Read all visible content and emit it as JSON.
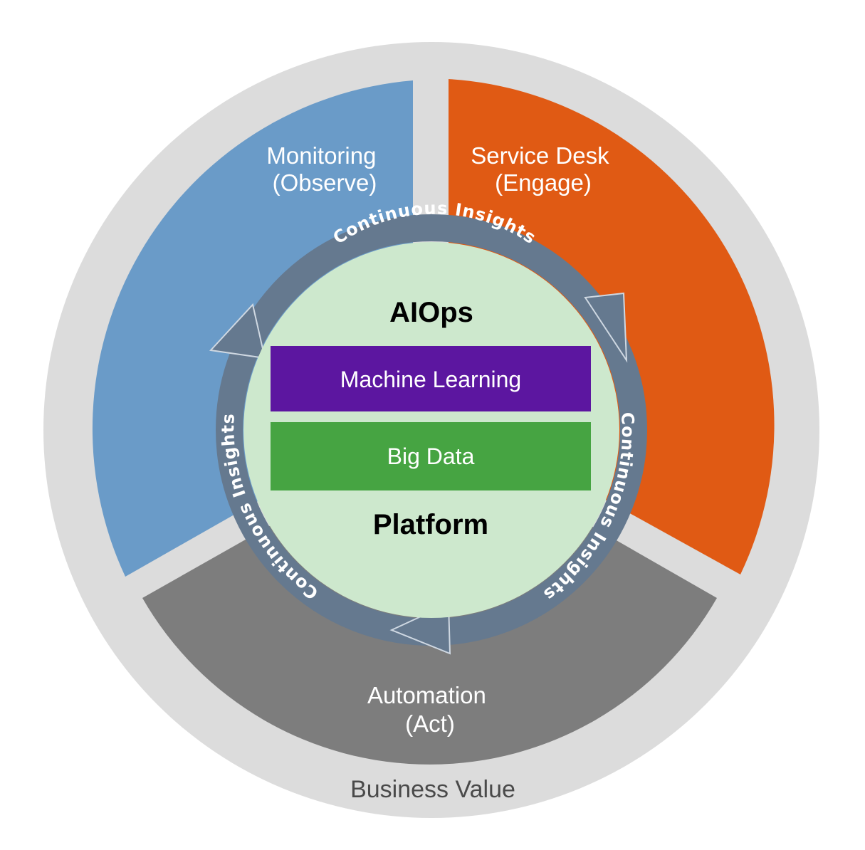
{
  "outer": {
    "label": "Business Value",
    "color": "#dcdcdc"
  },
  "segments": {
    "monitoring": {
      "line1": "Monitoring",
      "line2": "(Observe)",
      "color": "#6a9bc8"
    },
    "service_desk": {
      "line1": "Service Desk",
      "line2": "(Engage)",
      "color": "#e05a14"
    },
    "automation": {
      "line1": "Automation",
      "line2": "(Act)",
      "color": "#7d7d7d"
    }
  },
  "core": {
    "top_title": "AIOps",
    "bottom_title": "Platform",
    "color": "#cde8cd",
    "layers": {
      "ml": {
        "label": "Machine Learning",
        "color": "#5c16a0"
      },
      "bd": {
        "label": "Big Data",
        "color": "#46a442"
      }
    }
  },
  "cycle": {
    "color": "#65798f",
    "labels": {
      "top": "Continuous Insights",
      "right": "Continuous Insights",
      "left": "Continuous Insights"
    }
  }
}
